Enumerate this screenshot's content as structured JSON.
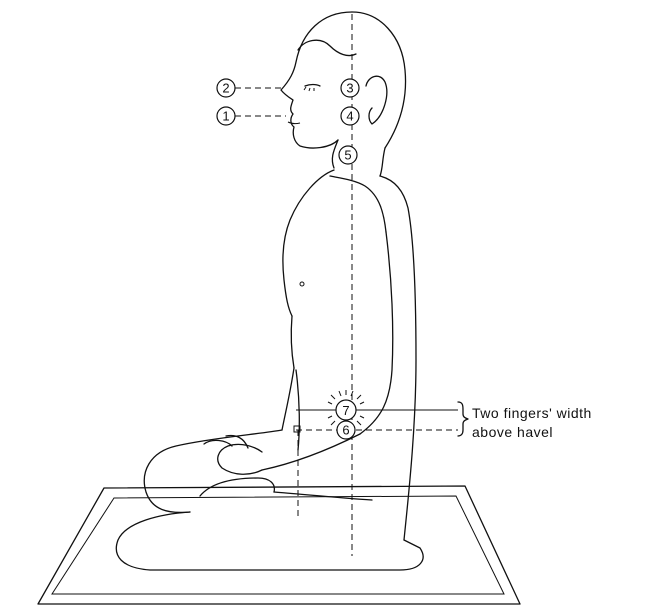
{
  "markers": [
    {
      "id": "1",
      "label": "1"
    },
    {
      "id": "2",
      "label": "2"
    },
    {
      "id": "3",
      "label": "3"
    },
    {
      "id": "4",
      "label": "4"
    },
    {
      "id": "5",
      "label": "5"
    },
    {
      "id": "6",
      "label": "6"
    },
    {
      "id": "7",
      "label": "7"
    }
  ],
  "annotation": {
    "line1": "Two  fingers'  width",
    "line2": "above havel"
  }
}
